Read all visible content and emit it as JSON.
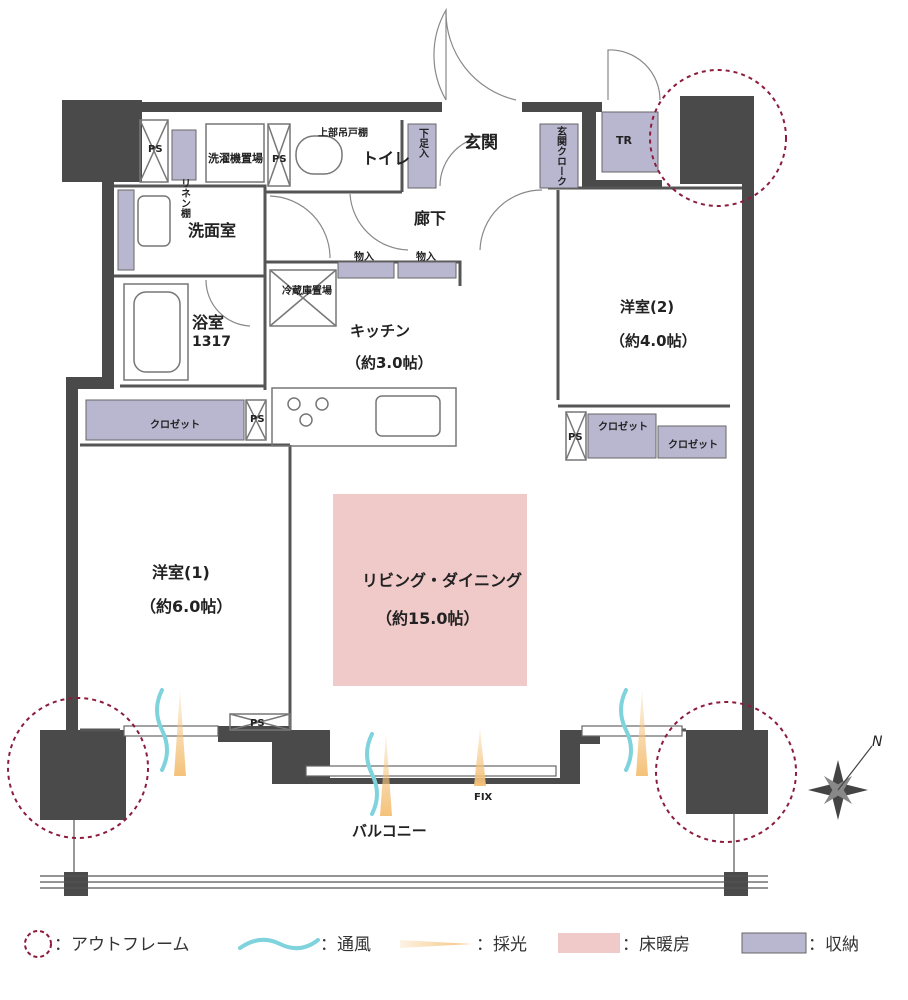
{
  "rooms": {
    "ps": "PS",
    "linen": "リネン棚",
    "washer": "洗濯機置場",
    "upper_cabinet": "上部吊戸棚",
    "toilet": "トイレ",
    "shoe_step": "下足入",
    "entrance": "玄関",
    "entrance_cloak": "玄関クローク",
    "tr": "TR",
    "washroom": "洗面室",
    "corridor": "廊下",
    "storage": "物入",
    "fridge": "冷蔵庫置場",
    "bath": "浴室",
    "bath_size": "1317",
    "kitchen": "キッチン",
    "kitchen_size": "（約3.0帖）",
    "western2": "洋室(2)",
    "western2_size": "（約4.0帖）",
    "closet": "クロゼット",
    "western1": "洋室(1)",
    "western1_size": "（約6.0帖）",
    "living": "リビング・ダイニング",
    "living_size": "（約15.0帖）",
    "fix": "FIX",
    "balcony": "バルコニー",
    "compass_n": "N"
  },
  "legend": {
    "outframe": "：アウトフレーム",
    "ventilation": "：通風",
    "daylight": "：採光",
    "floor_heating": "：床暖房",
    "storage": "：収納"
  },
  "colors": {
    "wall": "#444444",
    "storage": "#b9b6cf",
    "floor_heating": "#f0c9c9",
    "outframe_circle": "#8c1c3c",
    "wind": "#7fd3dc",
    "light": "#f4c27a"
  }
}
